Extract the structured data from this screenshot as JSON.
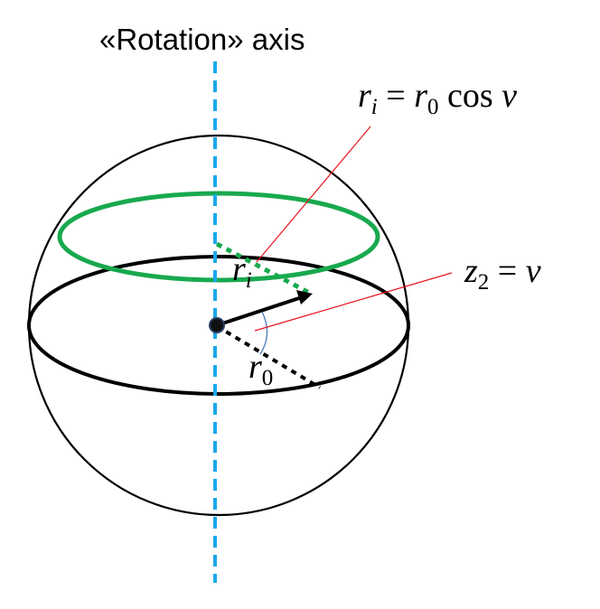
{
  "title": "«Rotation» axis",
  "labels": {
    "ri_eq": {
      "lhs": "r",
      "lhs_sub": "i",
      "eq": " = ",
      "rhs": "r",
      "rhs_sub": "0",
      "func": " cos ",
      "var": "v"
    },
    "z2_eq": {
      "lhs": "z",
      "lhs_sub": "2",
      "eq": " = ",
      "var": "v"
    },
    "ri": {
      "sym": "r",
      "sub": "i"
    },
    "r0": {
      "sym": "r",
      "sub": "0"
    }
  },
  "colors": {
    "axis": "#1aa7ec",
    "ring": "#18a94e",
    "leader": "#e8141d",
    "angle_arc": "#4a78c0",
    "outline": "#000000"
  }
}
